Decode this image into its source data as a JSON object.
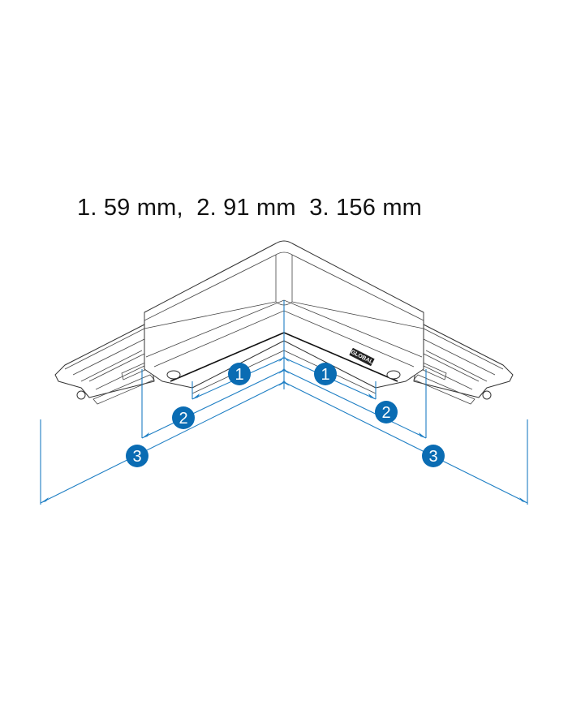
{
  "caption": "1. 59 mm,  2. 91 mm  3. 156 mm",
  "dimensions": [
    {
      "id": "1",
      "label": "1",
      "value_mm": 59
    },
    {
      "id": "2",
      "label": "2",
      "value_mm": 91
    },
    {
      "id": "3",
      "label": "3",
      "value_mm": 156
    }
  ],
  "product_logo_text": "GLOBAL",
  "colors": {
    "dimension": "#1f7fc4",
    "badge": "#0a6cb3",
    "outline": "#333333"
  }
}
